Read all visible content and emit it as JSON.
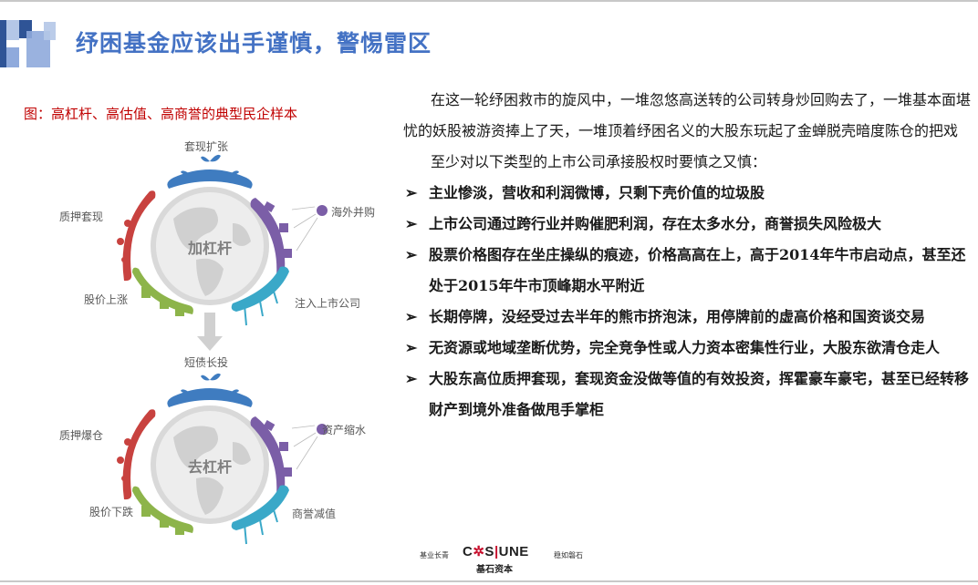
{
  "header": {
    "title": "纾困基金应该出手谨慎，警惕雷区"
  },
  "figure": {
    "caption": "图：高杠杆、高估值、高商誉的典型民企样本",
    "top_cycle": {
      "center": "加杠杆",
      "segments": [
        {
          "label": "套现扩张",
          "color": "#3f7cc0"
        },
        {
          "label": "海外并购",
          "color": "#7b5ea7"
        },
        {
          "label": "注入上市公司",
          "color": "#3aa8c8"
        },
        {
          "label": "股价上涨",
          "color": "#8db44a"
        },
        {
          "label": "质押套现",
          "color": "#c8423f"
        }
      ]
    },
    "transition": "短债长投",
    "bottom_cycle": {
      "center": "去杠杆",
      "segments": [
        {
          "label": "资产缩水",
          "color": "#7b5ea7"
        },
        {
          "label": "商誉减值",
          "color": "#3aa8c8"
        },
        {
          "label": "股价下跌",
          "color": "#8db44a"
        },
        {
          "label": "质押爆仓",
          "color": "#c8423f"
        }
      ]
    }
  },
  "body": {
    "intro": "在这一轮纾困救市的旋风中，一堆忽悠高送转的公司转身炒回购去了，一堆基本面堪忧的妖股被游资捧上了天，一堆顶着纾困名义的大股东玩起了金蝉脱壳暗度陈仓的把戏",
    "lead": "至少对以下类型的上市公司承接股权时要慎之又慎：",
    "bullet_marker": "➢",
    "bullets": [
      "主业惨淡，营收和利润微博，只剩下壳价值的垃圾股",
      "上市公司通过跨行业并购催肥利润，存在太多水分，商誉损失风险极大",
      "股票价格图存在坐庄操纵的痕迹，价格高高在上，高于2014年牛市启动点，甚至还处于2015年牛市顶峰期水平附近",
      "长期停牌，没经受过去半年的熊市挤泡沫，用停牌前的虚高价格和国资谈交易",
      "无资源或地域垄断优势，完全竞争性或人力资本密集性行业，大股东欲清仓走人",
      "大股东高位质押套现，套现资金没做等值的有效投资，挥霍豪车豪宅，甚至已经转移财产到境外准备做甩手掌柜"
    ]
  },
  "footer": {
    "slogan_left": "基业长青",
    "brand_prefix": "C",
    "brand_mark": "✲",
    "brand_mid": "S",
    "brand_bar": "|",
    "brand_suffix": "UNE",
    "slogan_right": "稳如磐石",
    "brand_cn": "基石资本"
  }
}
